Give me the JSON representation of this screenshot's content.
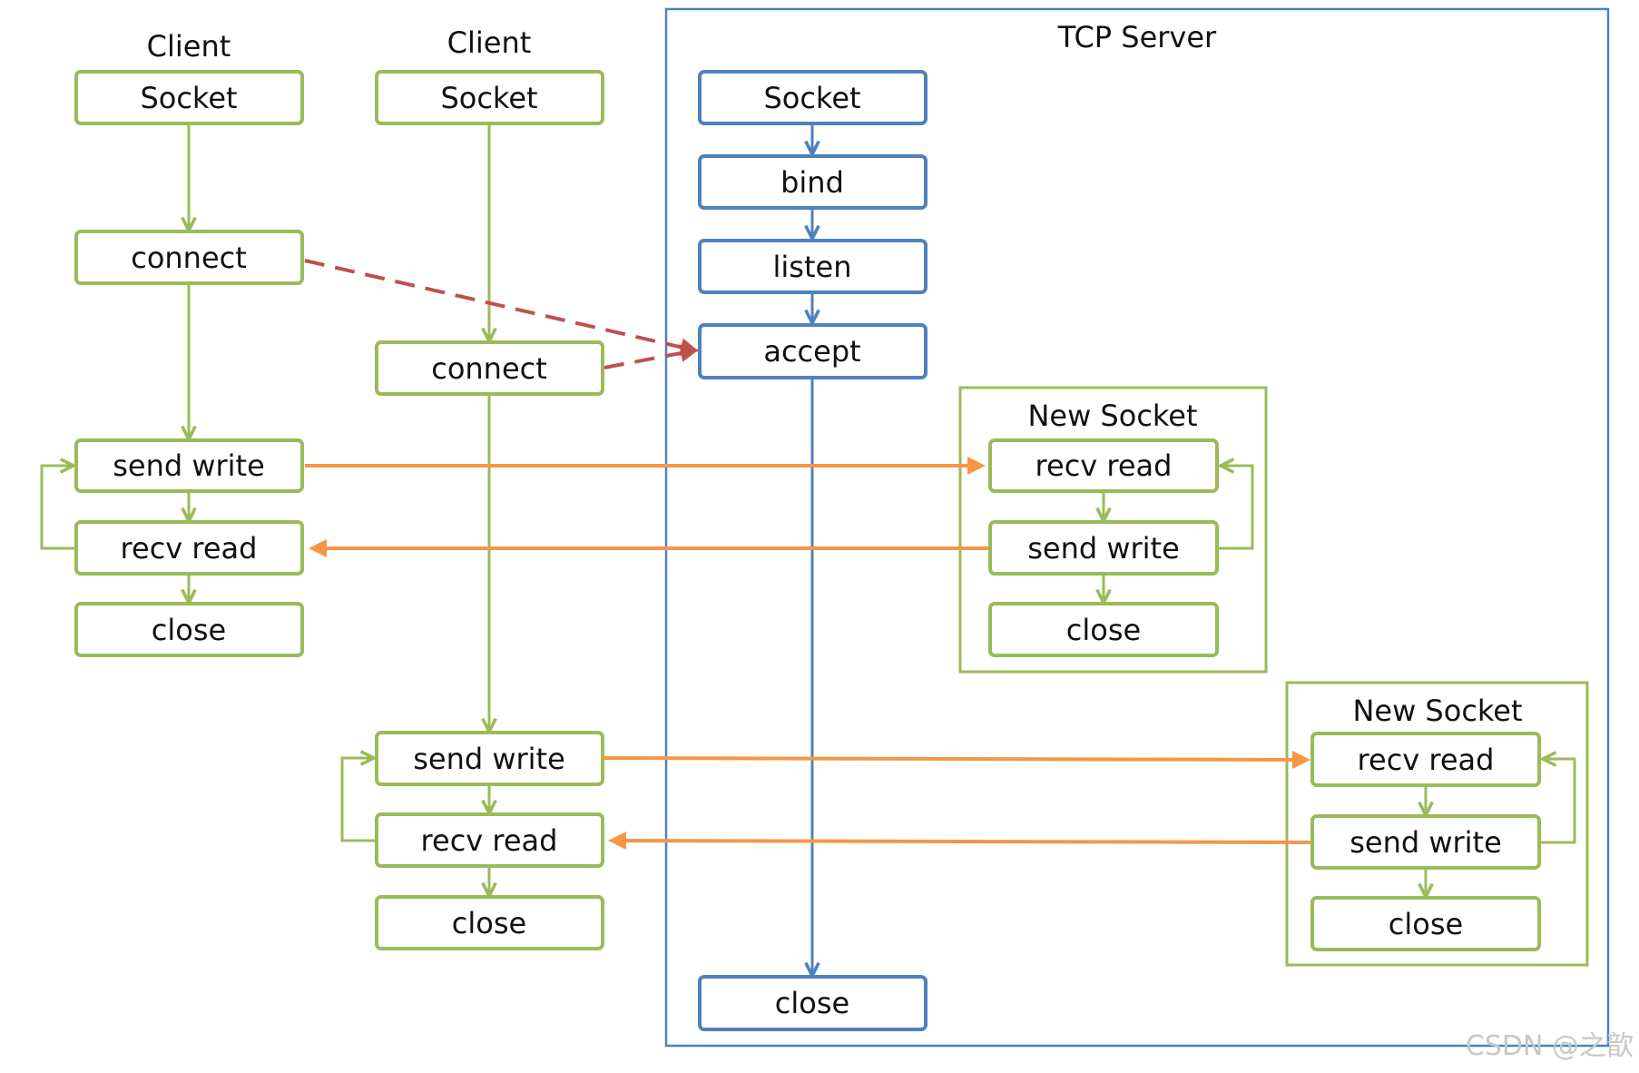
{
  "colors": {
    "client_green": "#9bbb59",
    "server_blue": "#4f81bd",
    "data_orange": "#f79646",
    "handshake_red": "#c0504d",
    "text": "#111111",
    "watermark": "#c8c8c8"
  },
  "client1": {
    "title": "Client",
    "socket": "Socket",
    "connect": "connect",
    "send": "send write",
    "recv": "recv read",
    "close": "close"
  },
  "client2": {
    "title": "Client",
    "socket": "Socket",
    "connect": "connect",
    "send": "send write",
    "recv": "recv read",
    "close": "close"
  },
  "server": {
    "title": "TCP Server",
    "socket": "Socket",
    "bind": "bind",
    "listen": "listen",
    "accept": "accept",
    "close": "close"
  },
  "new_socket1": {
    "title": "New Socket",
    "recv": "recv read",
    "send": "send write",
    "close": "close"
  },
  "new_socket2": {
    "title": "New Socket",
    "recv": "recv read",
    "send": "send write",
    "close": "close"
  },
  "watermark": "CSDN @之歆"
}
